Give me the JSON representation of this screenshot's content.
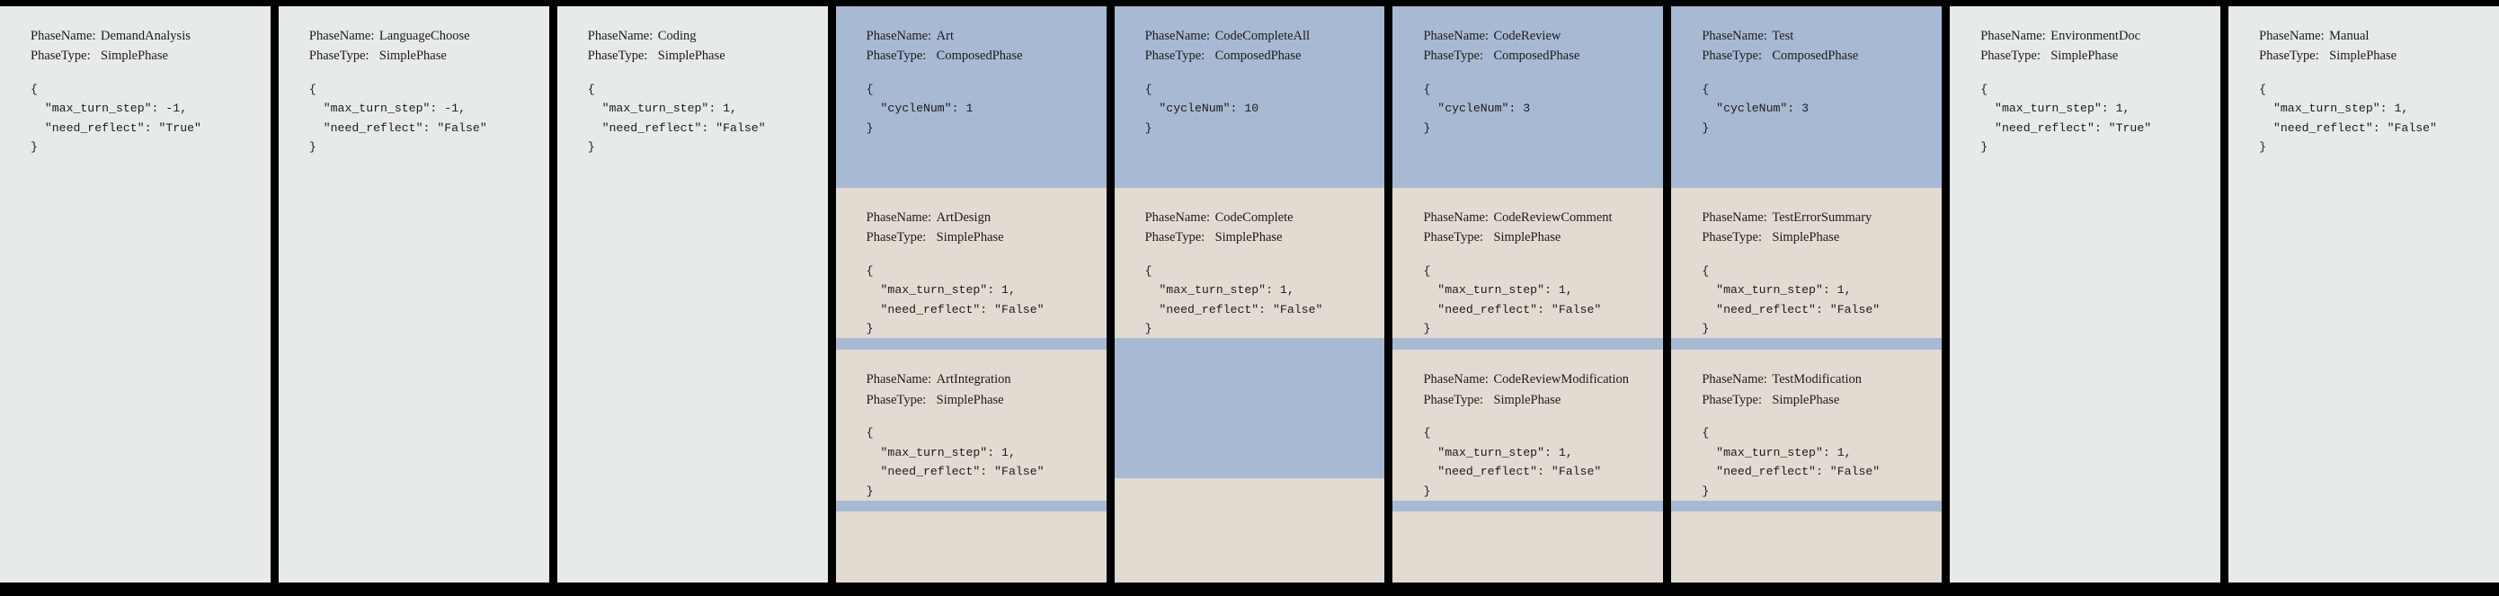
{
  "palette": {
    "simple_bg": "#e6eae9",
    "composed_header_bg": "#a8bad3",
    "sub_phase_bg": "#e2dbd2",
    "separator": "#000000",
    "text": "#1a1a1a"
  },
  "labels": {
    "phase_name": "PhaseName:",
    "phase_type": "PhaseType:"
  },
  "columns": [
    {
      "name": "DemandAnalysis",
      "type": "SimplePhase",
      "kind": "simple",
      "config": "{\n  \"max_turn_step\": -1,\n  \"need_reflect\": \"True\"\n}",
      "subphases": []
    },
    {
      "name": "LanguageChoose",
      "type": "SimplePhase",
      "kind": "simple",
      "config": "{\n  \"max_turn_step\": -1,\n  \"need_reflect\": \"False\"\n}",
      "subphases": []
    },
    {
      "name": "Coding",
      "type": "SimplePhase",
      "kind": "simple",
      "config": "{\n  \"max_turn_step\": 1,\n  \"need_reflect\": \"False\"\n}",
      "subphases": []
    },
    {
      "name": "Art",
      "type": "ComposedPhase",
      "kind": "composed",
      "config": "{\n  \"cycleNum\": 1\n}",
      "subphases": [
        {
          "name": "ArtDesign",
          "type": "SimplePhase",
          "config": "{\n  \"max_turn_step\": 1,\n  \"need_reflect\": \"False\"\n}"
        },
        {
          "name": "ArtIntegration",
          "type": "SimplePhase",
          "config": "{\n  \"max_turn_step\": 1,\n  \"need_reflect\": \"False\"\n}"
        }
      ]
    },
    {
      "name": "CodeCompleteAll",
      "type": "ComposedPhase",
      "kind": "composed",
      "config": "{\n  \"cycleNum\": 10\n}",
      "subphases": [
        {
          "name": "CodeComplete",
          "type": "SimplePhase",
          "config": "{\n  \"max_turn_step\": 1,\n  \"need_reflect\": \"False\"\n}"
        },
        {
          "name": "",
          "type": "",
          "config": ""
        }
      ]
    },
    {
      "name": "CodeReview",
      "type": "ComposedPhase",
      "kind": "composed",
      "config": "{\n  \"cycleNum\": 3\n}",
      "subphases": [
        {
          "name": "CodeReviewComment",
          "type": "SimplePhase",
          "config": "{\n  \"max_turn_step\": 1,\n  \"need_reflect\": \"False\"\n}"
        },
        {
          "name": "CodeReviewModification",
          "type": "SimplePhase",
          "config": "{\n  \"max_turn_step\": 1,\n  \"need_reflect\": \"False\"\n}"
        }
      ]
    },
    {
      "name": "Test",
      "type": "ComposedPhase",
      "kind": "composed",
      "config": "{\n  \"cycleNum\": 3\n}",
      "subphases": [
        {
          "name": "TestErrorSummary",
          "type": "SimplePhase",
          "config": "{\n  \"max_turn_step\": 1,\n  \"need_reflect\": \"False\"\n}"
        },
        {
          "name": "TestModification",
          "type": "SimplePhase",
          "config": "{\n  \"max_turn_step\": 1,\n  \"need_reflect\": \"False\"\n}"
        }
      ]
    },
    {
      "name": "EnvironmentDoc",
      "type": "SimplePhase",
      "kind": "simple",
      "config": "{\n  \"max_turn_step\": 1,\n  \"need_reflect\": \"True\"\n}",
      "subphases": []
    },
    {
      "name": "Manual",
      "type": "SimplePhase",
      "kind": "simple",
      "config": "{\n  \"max_turn_step\": 1,\n  \"need_reflect\": \"False\"\n}",
      "subphases": []
    }
  ]
}
